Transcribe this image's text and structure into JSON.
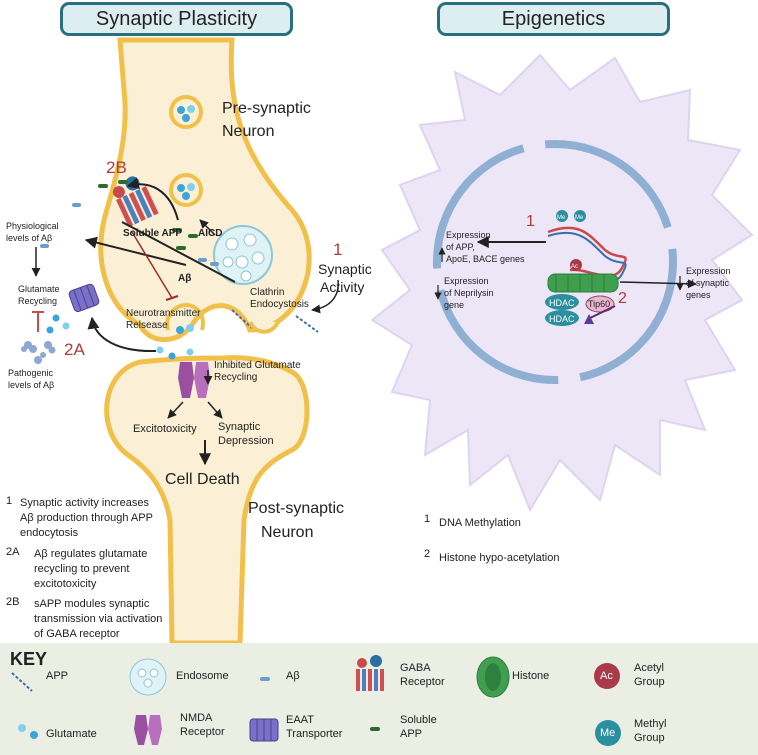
{
  "headers": {
    "left": "Synaptic Plasticity",
    "right": "Epigenetics"
  },
  "left_labels": {
    "pre_neuron": [
      "Pre-synaptic",
      "Neuron"
    ],
    "post_neuron": [
      "Post-synaptic",
      "Neuron"
    ],
    "label_2b": "2B",
    "label_2a": "2A",
    "label_1": "1",
    "synaptic_activity": [
      "Synaptic",
      "Activity"
    ],
    "physiological": [
      "Physiological",
      "levels of Aβ"
    ],
    "glutamate_recycling": [
      "Glutamate",
      "Recycling"
    ],
    "pathogenic": [
      "Pathogenic",
      "levels of Aβ"
    ],
    "soluble_app": "Soluble APP",
    "aicd": "AICD",
    "abeta": "Aβ",
    "neurotransmitter": [
      "Neurotransmitter",
      "Relsease"
    ],
    "clathrin": [
      "Clathrin",
      "Endocystosis"
    ],
    "inhibited": [
      "Inhibited Glutamate",
      "Recycling"
    ],
    "excitotoxicity": "Excitotoxicity",
    "synaptic_depression": [
      "Synaptic",
      "Depression"
    ],
    "cell_death": "Cell Death"
  },
  "right_labels": {
    "num1": "1",
    "num2": "2",
    "me": "Me",
    "ac": "Ac",
    "expression_app": [
      "Expression",
      "of APP,",
      "ApoE, BACE genes"
    ],
    "expression_neprilysin": [
      "Expression",
      "of Neprilysin",
      "gene"
    ],
    "expression_synaptic": [
      "Expression",
      "of synaptic",
      "genes"
    ],
    "hdac": "HDAC",
    "tip60": "Tip60"
  },
  "left_legend": [
    {
      "num": "1",
      "text": [
        "Synaptic activity increases",
        "Aβ production through APP",
        "endocytosis"
      ]
    },
    {
      "num": "2A",
      "text": [
        "Aβ regulates glutamate",
        "recycling to prevent",
        "excitotoxicity"
      ]
    },
    {
      "num": "2B",
      "text": [
        "sAPP modules synaptic",
        "transmission via activation",
        "of GABA receptor"
      ]
    }
  ],
  "right_legend": [
    {
      "num": "1",
      "text": "DNA Methylation"
    },
    {
      "num": "2",
      "text": "Histone hypo-acetylation"
    }
  ],
  "key": {
    "title": "KEY",
    "items": {
      "app": "APP",
      "endosome": "Endosome",
      "abeta": "Aβ",
      "gaba": [
        "GABA",
        "Receptor"
      ],
      "histone": "Histone",
      "acetyl": [
        "Acetyl",
        "Group"
      ],
      "ac_icon": "Ac",
      "glutamate": "Glutamate",
      "nmda": [
        "NMDA",
        "Receptor"
      ],
      "eaat": [
        "EAAT",
        "Transporter"
      ],
      "soluble_app": [
        "Soluble",
        "APP"
      ],
      "methyl": [
        "Methyl",
        "Group"
      ],
      "me_icon": "Me"
    }
  },
  "colors": {
    "neuron_fill": "#fbf0d6",
    "neuron_stroke": "#f0c04a",
    "accent_red": "#b23a3a",
    "header_border": "#2a6f7f",
    "cell_fill": "#ece6f7",
    "key_bg": "#ebefe3"
  }
}
